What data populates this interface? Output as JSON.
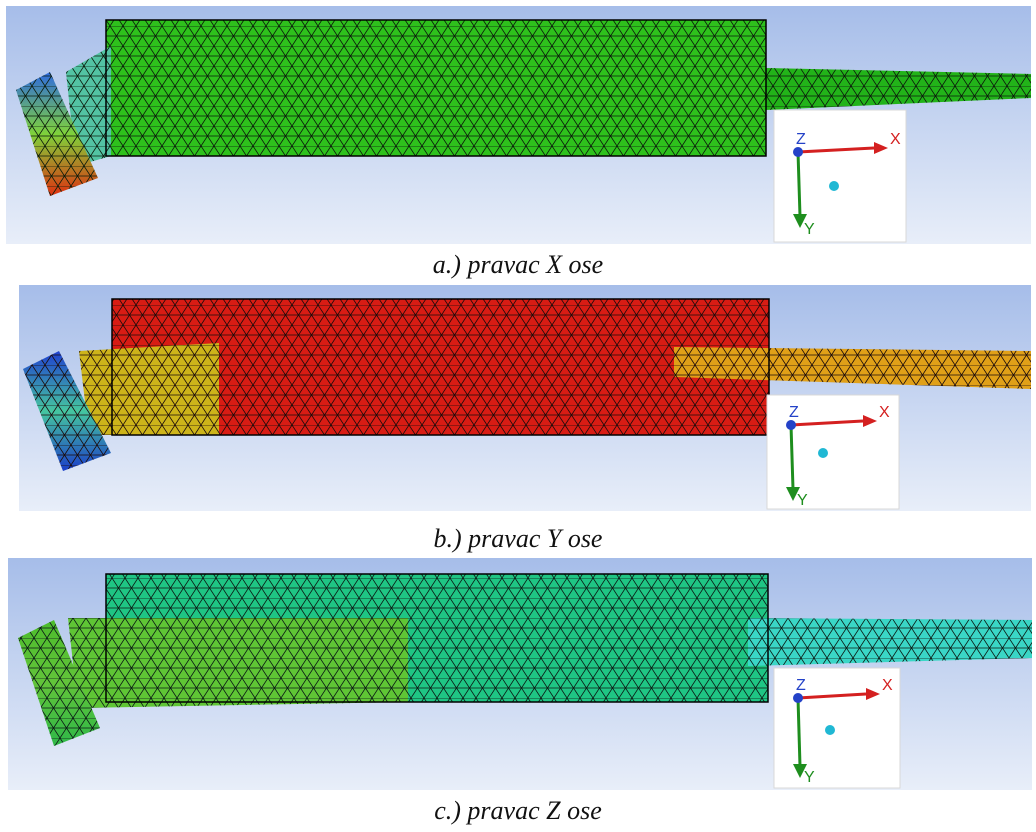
{
  "figure": {
    "panels": [
      {
        "caption": "a.) pravac X ose",
        "colors": {
          "bg_top": "#a6bde9",
          "bg_bottom": "#e8eef9",
          "body": "#2ec11c",
          "body_dark": "#1f9a12",
          "head_top": "#2f6be0",
          "head_mid": "#7fd23a",
          "head_bottom": "#e03010",
          "neck": "#53c3a3",
          "tail": "#22b319"
        }
      },
      {
        "caption": "b.) pravac Y ose",
        "colors": {
          "bg_top": "#a6bde9",
          "bg_bottom": "#e8eef9",
          "body": "#d81c14",
          "body_dark": "#b01410",
          "head_top": "#2040d0",
          "head_mid": "#45c6a0",
          "head_bottom": "#1c3ec8",
          "neck": "#cdb41a",
          "tail": "#e0a018"
        }
      },
      {
        "caption": "c.) pravac Z ose",
        "colors": {
          "bg_top": "#a6bde9",
          "bg_bottom": "#e8eef9",
          "body": "#1fc584",
          "body_dark": "#15a06a",
          "head_top": "#4dbc2c",
          "head_mid": "#62c43a",
          "head_bottom": "#2fb848",
          "neck": "#5fc535",
          "tail": "#3ad6c6"
        }
      }
    ],
    "triad": {
      "x_label": "X",
      "y_label": "Y",
      "z_label": "Z",
      "colors": {
        "x": "#d42020",
        "y": "#1e8e1e",
        "z": "#2442c8",
        "sphere": "#20b8d4"
      }
    }
  }
}
